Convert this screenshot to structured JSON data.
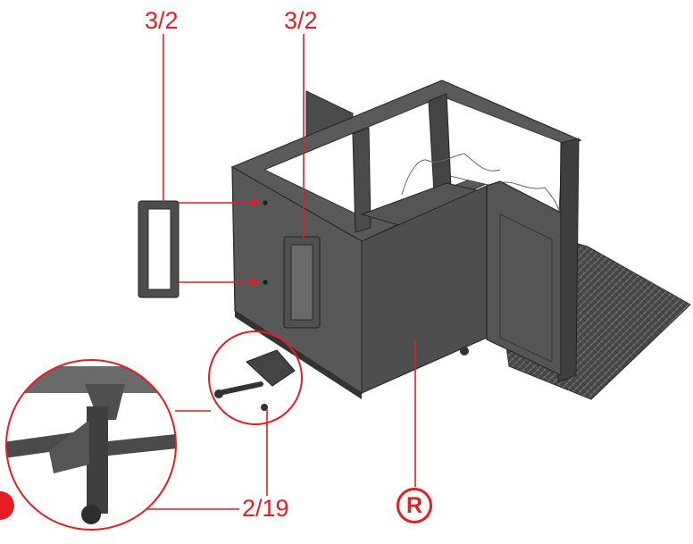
{
  "callouts": {
    "part_a": "3/2",
    "part_b": "3/2",
    "part_c": "2/19",
    "part_r": "R"
  },
  "colors": {
    "annotation": "#e41d23",
    "model_dark": "#3f3f3f",
    "model_mid": "#555555",
    "model_light": "#6e6e6e",
    "background": "#ffffff"
  }
}
